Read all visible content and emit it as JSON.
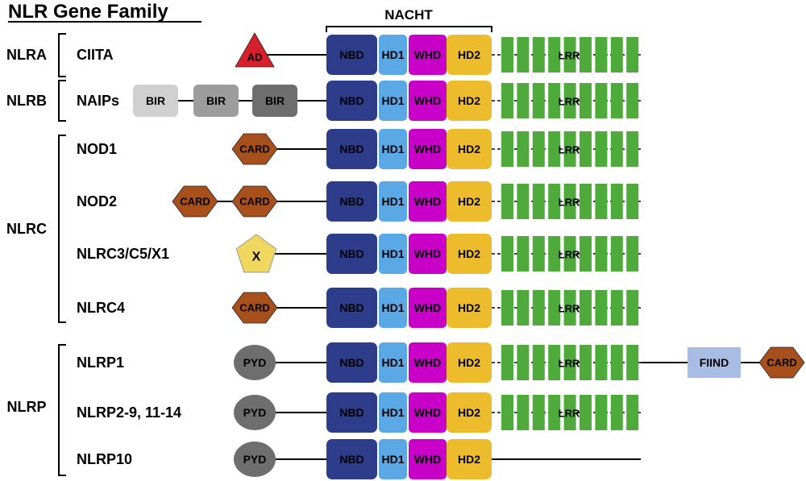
{
  "title": "NLR Gene Family",
  "nacht_label": "NACHT",
  "colors": {
    "NBD": "#2e3c8c",
    "HD1": "#5aa8e6",
    "WHD": "#c800c8",
    "HD2": "#ecbc2c",
    "LRR": "#4faa3c",
    "CARD": "#a8501c",
    "AD": "#d8202c",
    "X": "#f0d860",
    "PYD": "#6e6e6e",
    "FIIND": "#a9bde4",
    "BIR": [
      "#d0d0d0",
      "#9c9c9c",
      "#6e6e6e"
    ]
  },
  "families": [
    {
      "label": "NLRA"
    },
    {
      "label": "NLRB"
    },
    {
      "label": "NLRC"
    },
    {
      "label": "NLRP"
    }
  ],
  "proteins": [
    {
      "name": "CIITA",
      "n_domains": [
        {
          "kind": "triangle",
          "label": "AD",
          "color_key": "AD"
        }
      ],
      "lrr": true,
      "c_domains": []
    },
    {
      "name": "NAIPs",
      "n_domains": [
        {
          "kind": "rect",
          "label": "BIR",
          "color_key": "BIR",
          "shade": 0
        },
        {
          "kind": "rect",
          "label": "BIR",
          "color_key": "BIR",
          "shade": 1
        },
        {
          "kind": "rect",
          "label": "BIR",
          "color_key": "BIR",
          "shade": 2
        }
      ],
      "lrr": true,
      "c_domains": []
    },
    {
      "name": "NOD1",
      "n_domains": [
        {
          "kind": "hexagon",
          "label": "CARD",
          "color_key": "CARD"
        }
      ],
      "lrr": true,
      "c_domains": []
    },
    {
      "name": "NOD2",
      "n_domains": [
        {
          "kind": "hexagon",
          "label": "CARD",
          "color_key": "CARD"
        },
        {
          "kind": "hexagon",
          "label": "CARD",
          "color_key": "CARD"
        }
      ],
      "lrr": true,
      "c_domains": []
    },
    {
      "name": "NLRC3/C5/X1",
      "n_domains": [
        {
          "kind": "pentagon",
          "label": "X",
          "color_key": "X"
        }
      ],
      "lrr": true,
      "c_domains": []
    },
    {
      "name": "NLRC4",
      "n_domains": [
        {
          "kind": "hexagon",
          "label": "CARD",
          "color_key": "CARD"
        }
      ],
      "lrr": true,
      "c_domains": []
    },
    {
      "name": "NLRP1",
      "n_domains": [
        {
          "kind": "ellipse",
          "label": "PYD",
          "color_key": "PYD"
        }
      ],
      "lrr": true,
      "c_domains": [
        {
          "kind": "rect",
          "label": "FIIND",
          "color_key": "FIIND"
        },
        {
          "kind": "hexagon",
          "label": "CARD",
          "color_key": "CARD"
        }
      ]
    },
    {
      "name": "NLRP2-9, 11-14",
      "n_domains": [
        {
          "kind": "ellipse",
          "label": "PYD",
          "color_key": "PYD"
        }
      ],
      "lrr": true,
      "c_domains": []
    },
    {
      "name": "NLRP10",
      "n_domains": [
        {
          "kind": "ellipse",
          "label": "PYD",
          "color_key": "PYD"
        }
      ],
      "lrr": false,
      "c_domains": []
    }
  ],
  "nacht_domains": [
    {
      "label": "NBD",
      "color_key": "NBD"
    },
    {
      "label": "HD1",
      "color_key": "HD1"
    },
    {
      "label": "WHD",
      "color_key": "WHD"
    },
    {
      "label": "HD2",
      "color_key": "HD2"
    }
  ],
  "lrr_label": "LRR"
}
